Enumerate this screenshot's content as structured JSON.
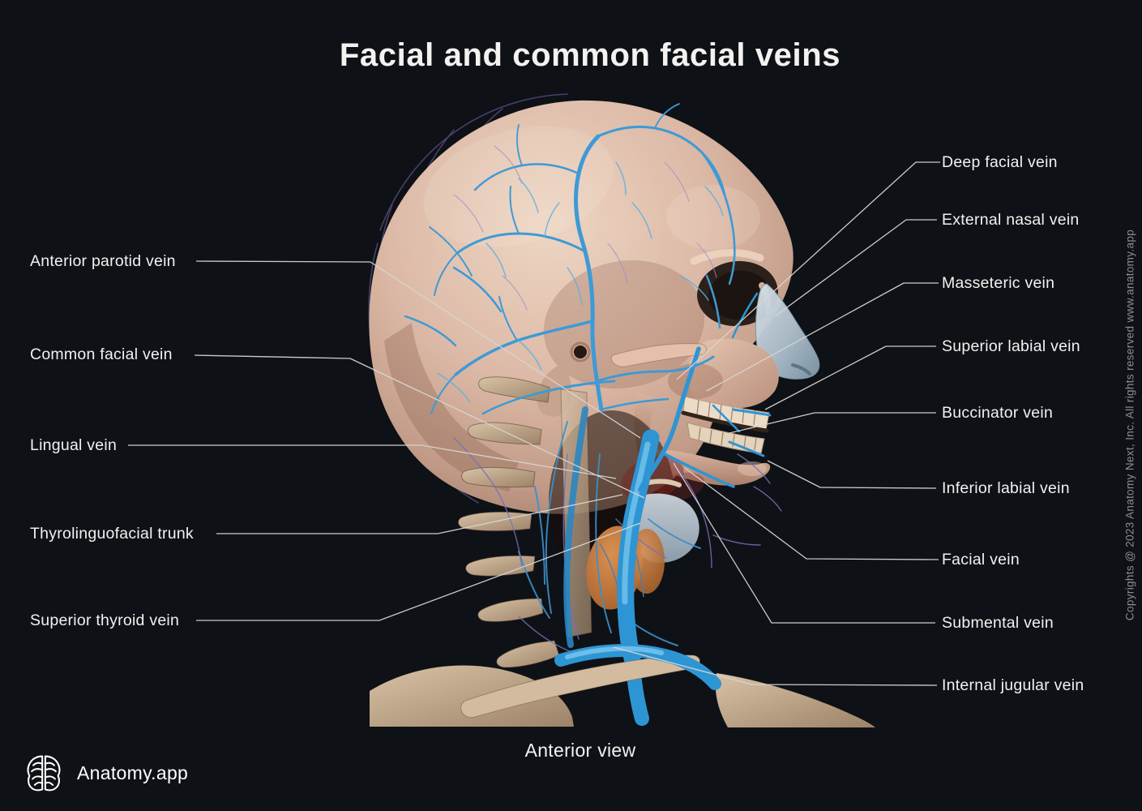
{
  "title": "Facial and common facial veins",
  "figure": {
    "caption": "Anterior view",
    "subject": "skull-with-facial-veins"
  },
  "labels": {
    "left": [
      {
        "text": "Anterior parotid vein"
      },
      {
        "text": "Common facial vein"
      },
      {
        "text": "Lingual vein"
      },
      {
        "text": "Thyrolinguofacial trunk"
      },
      {
        "text": "Superior thyroid vein"
      }
    ],
    "right": [
      {
        "text": "Deep facial vein"
      },
      {
        "text": "External nasal vein"
      },
      {
        "text": "Masseteric vein"
      },
      {
        "text": "Superior labial vein"
      },
      {
        "text": "Buccinator vein"
      },
      {
        "text": "Inferior labial vein"
      },
      {
        "text": "Facial vein"
      },
      {
        "text": "Submental vein"
      },
      {
        "text": "Internal jugular vein"
      }
    ]
  },
  "brand": {
    "name": "Anatomy.app"
  },
  "copyright": "Copyrights @ 2023 Anatomy Next, Inc. All rights reserved www.anatomy.app",
  "colors": {
    "background": "#0e1116",
    "title_text": "#f4f2f0",
    "label_text": "#f3f1ef",
    "leader_line": "#d8d6d4",
    "copyright_text": "#8d8d91",
    "vein_blue": "#2e95d4",
    "vein_highlight": "#7cc7ee",
    "small_vessel_purple": "#776fb8",
    "bone_light": "#e6c9b6",
    "bone_shadow": "#8e6c5c",
    "thyroid_orange": "#c87a3e",
    "nose_cartilage": "#aebfcc"
  }
}
